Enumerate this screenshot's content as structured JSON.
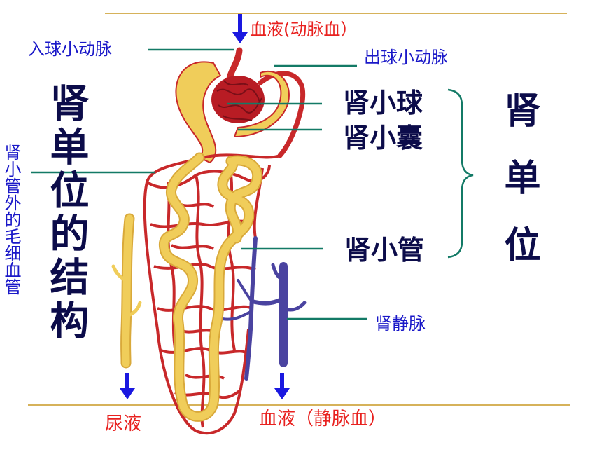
{
  "labels": {
    "blood_in": "血液(动脉血）",
    "afferent": "入球小动脉",
    "efferent": "出球小动脉",
    "glomerulus": "肾小球",
    "capsule": "肾小囊",
    "tubule": "肾小管",
    "renal_vein": "肾静脉",
    "urine": "尿液",
    "blood_out": "血液（静脉血）"
  },
  "vertical_titles": {
    "structure": "肾单位的结构",
    "nephron": "肾单位",
    "capillaries": "肾小管外的毛细血管"
  },
  "colors": {
    "artery": "#c8282a",
    "vein": "#4a43a0",
    "tubule": "#f0cd5a",
    "leader": "#137a66",
    "arrow": "#1a18e0",
    "gold": "#d6b25a"
  }
}
